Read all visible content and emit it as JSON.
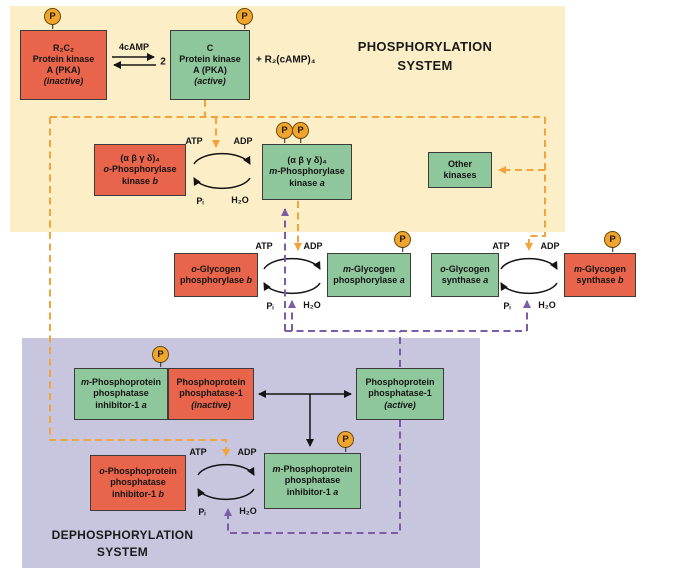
{
  "titles": {
    "phosphorylation": "PHOSPHORYLATION SYSTEM",
    "dephosphorylation": "DEPHOSPHORYLATION SYSTEM"
  },
  "colors": {
    "inactive_box": "#e8644a",
    "active_box": "#8ec79b",
    "phospho_circle": "#f0a52f",
    "kinase_path": "#f2a43a",
    "phosphatase_path": "#7d5ba6",
    "phos_bg": "#fcefc8",
    "dephos_bg": "#c8c5df"
  },
  "phospho_label": "P",
  "reaction_labels": {
    "atp": "ATP",
    "adp": "ADP",
    "pi": "Pᵢ",
    "h2o": "H₂O"
  },
  "top_reaction": {
    "arrow_label": "4cAMP",
    "coefficient": "2",
    "product": "+ R₂(cAMP)₄"
  },
  "boxes": {
    "pka_inactive": {
      "state": "inactive",
      "lines": [
        {
          "t": "R₂C₂"
        },
        {
          "t": "Protein kinase"
        },
        {
          "t": "A (PKA)"
        },
        {
          "t": "(inactive)",
          "it": true
        }
      ]
    },
    "pka_active": {
      "state": "active",
      "lines": [
        {
          "t": "C"
        },
        {
          "t": "Protein kinase"
        },
        {
          "t": "A (PKA)"
        },
        {
          "t": "(active)",
          "it": true
        }
      ]
    },
    "phosphorylase_kinase_b": {
      "state": "inactive",
      "lines": [
        {
          "t": "(α β γ δ)₄"
        },
        {
          "pre": "o-",
          "t": "Phosphorylase"
        },
        {
          "t": "kinase ",
          "post": "b"
        }
      ]
    },
    "phosphorylase_kinase_a": {
      "state": "active",
      "lines": [
        {
          "t": "(α β γ δ)₄"
        },
        {
          "pre": "m-",
          "t": "Phosphorylase"
        },
        {
          "t": "kinase ",
          "post": "a"
        }
      ]
    },
    "other_kinases": {
      "state": "active",
      "lines": [
        {
          "t": "Other"
        },
        {
          "t": "kinases"
        }
      ]
    },
    "glycogen_phosphorylase_b": {
      "state": "inactive",
      "lines": [
        {
          "pre": "o-",
          "t": "Glycogen"
        },
        {
          "t": "phosphorylase ",
          "post": "b"
        }
      ]
    },
    "glycogen_phosphorylase_a": {
      "state": "active",
      "lines": [
        {
          "pre": "m-",
          "t": "Glycogen"
        },
        {
          "t": "phosphorylase ",
          "post": "a"
        }
      ]
    },
    "glycogen_synthase_a": {
      "state": "active",
      "lines": [
        {
          "pre": "o-",
          "t": "Glycogen"
        },
        {
          "t": "synthase ",
          "post": "a"
        }
      ]
    },
    "glycogen_synthase_b": {
      "state": "inactive",
      "lines": [
        {
          "pre": "m-",
          "t": "Glycogen"
        },
        {
          "t": "synthase ",
          "post": "b"
        }
      ]
    },
    "inhibitor_1a_complex": {
      "state": "active",
      "lines": [
        {
          "pre": "m-",
          "t": "Phosphoprotein"
        },
        {
          "t": "phosphatase"
        },
        {
          "t": "inhibitor-1 ",
          "post": "a"
        }
      ]
    },
    "pp1_inactive": {
      "state": "inactive",
      "lines": [
        {
          "t": "Phosphoprotein"
        },
        {
          "t": "phosphatase-1"
        },
        {
          "t": "(inactive)",
          "it": true
        }
      ]
    },
    "pp1_active": {
      "state": "active",
      "lines": [
        {
          "t": "Phosphoprotein"
        },
        {
          "t": "phosphatase-1"
        },
        {
          "t": "(active)",
          "it": true
        }
      ]
    },
    "inhibitor_1b": {
      "state": "inactive",
      "lines": [
        {
          "pre": "o-",
          "t": "Phosphoprotein"
        },
        {
          "t": "phosphatase"
        },
        {
          "t": "inhibitor-1 ",
          "post": "b"
        }
      ]
    },
    "inhibitor_1a": {
      "state": "active",
      "lines": [
        {
          "pre": "m-",
          "t": "Phosphoprotein"
        },
        {
          "t": "phosphatase"
        },
        {
          "t": "inhibitor-1 ",
          "post": "a"
        }
      ]
    }
  }
}
